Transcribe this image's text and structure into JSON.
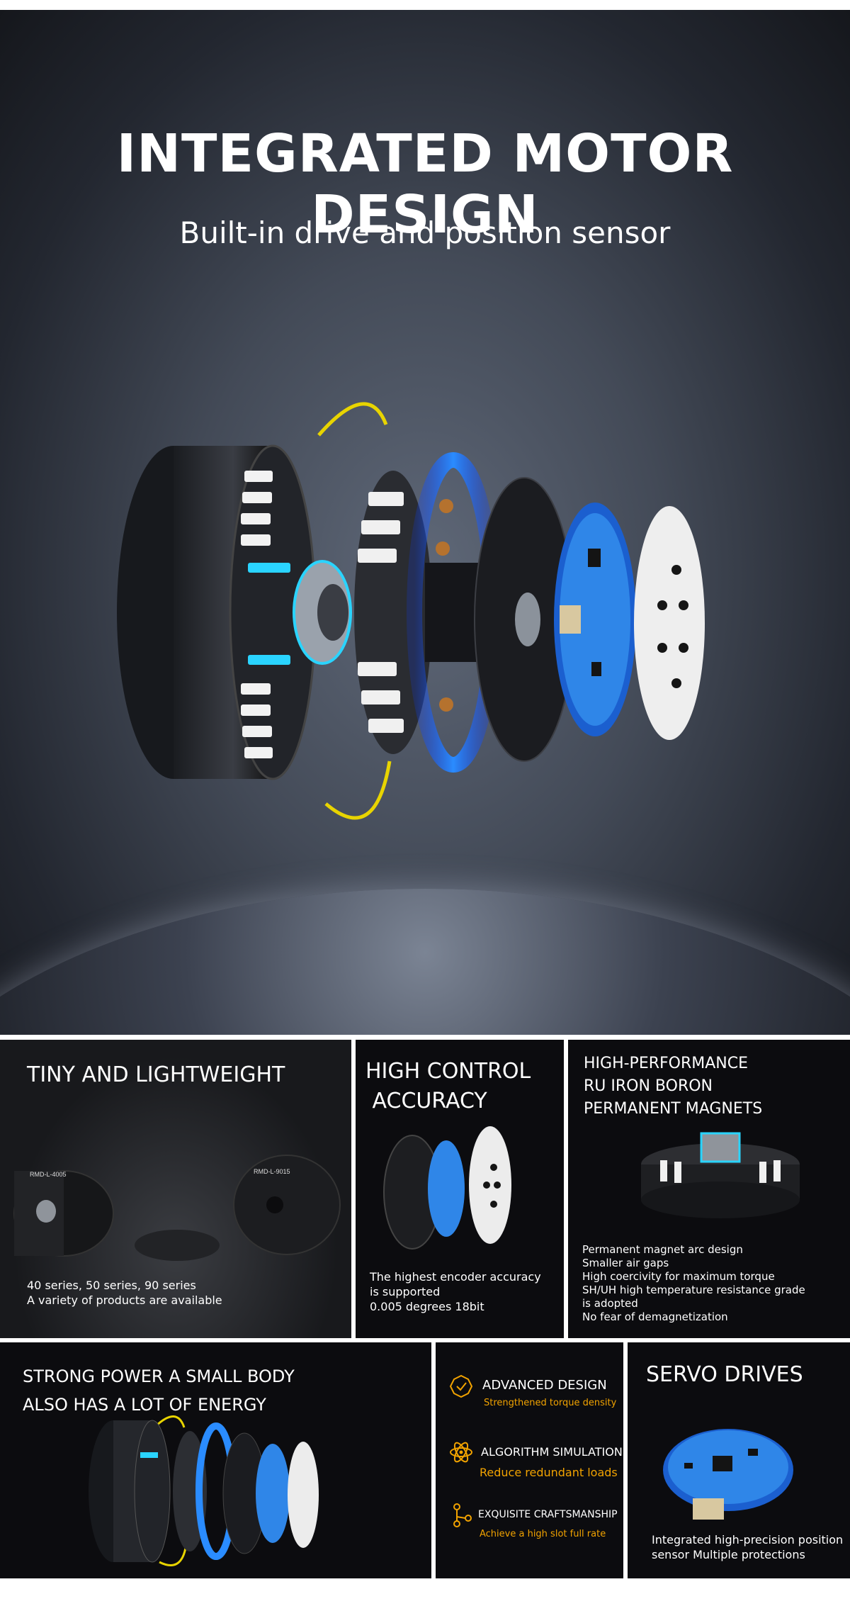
{
  "hero": {
    "title": "INTEGRATED MOTOR DESIGN",
    "subtitle": "Built-in drive and position sensor"
  },
  "panels": {
    "tiny": {
      "title": "TINY AND LIGHTWEIGHT",
      "label_small": "RMD-L-4005",
      "label_large": "RMD-L-9015",
      "text": "40 series, 50 series, 90 series\nA variety of products are available"
    },
    "accuracy": {
      "title": "HIGH CONTROL\n ACCURACY",
      "text": "The highest encoder accuracy\nis supported\n0.005 degrees 18bit"
    },
    "magnets": {
      "title": "HIGH-PERFORMANCE\nRU IRON BORON\nPERMANENT MAGNETS",
      "text": "Permanent magnet arc design\nSmaller air gaps\nHigh coercivity for maximum torque\nSH/UH high temperature resistance grade\nis adopted\nNo fear of demagnetization"
    },
    "power": {
      "title": "STRONG POWER A SMALL BODY\nALSO HAS A LOT OF ENERGY"
    },
    "features": {
      "items": [
        {
          "icon": "check-badge-icon",
          "title": "ADVANCED DESIGN",
          "subtitle": "Strengthened torque density"
        },
        {
          "icon": "atom-icon",
          "title": "ALGORITHM SIMULATION",
          "subtitle": "Reduce redundant loads"
        },
        {
          "icon": "network-icon",
          "title": "EXQUISITE CRAFTSMANSHIP",
          "subtitle": "Achieve a high slot full rate"
        }
      ]
    },
    "servo": {
      "title": "SERVO DRIVES",
      "text": "Integrated high-precision position\nsensor Multiple protections"
    }
  },
  "colors": {
    "accent_yellow": "#f2a300",
    "electric_blue": "#2a8cff",
    "panel_bg": "#0c0c0f"
  }
}
